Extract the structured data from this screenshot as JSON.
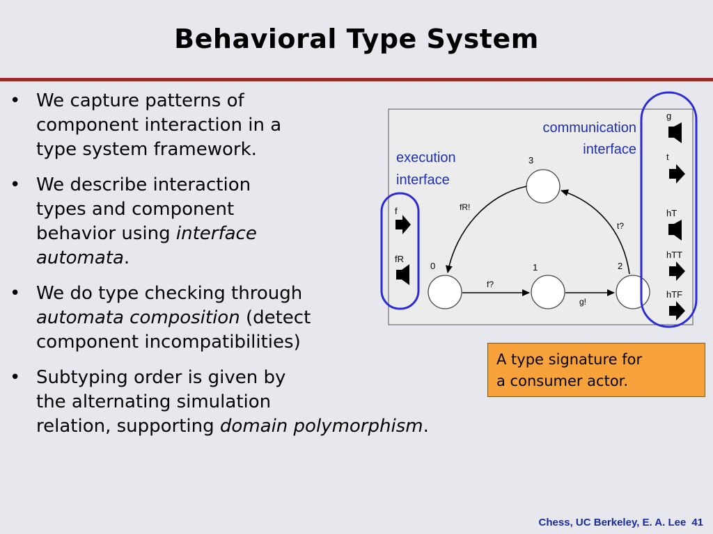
{
  "slide": {
    "title": "Behavioral Type System",
    "footer_text": "Chess, UC Berkeley, E. A. Lee",
    "page_number": "41"
  },
  "bullets": [
    {
      "lines": [
        "We capture patterns of",
        "component interaction in a",
        "type system framework."
      ]
    },
    {
      "lines": [
        "We describe interaction",
        "types and component"
      ],
      "line3_plain": "behavior using ",
      "line3_italic": "interface",
      "line4_italic": "automata",
      "line4_plain": "."
    },
    {
      "line1": "We do type checking through",
      "line2_italic": "automata composition",
      "line2_plain": " (detect",
      "line3": "component incompatibilities)"
    },
    {
      "lines": [
        "Subtyping order is given by",
        "the alternating simulation"
      ],
      "line3_plain": "relation, supporting ",
      "line3_italic": "domain polymorphism",
      "line3_end": "."
    }
  ],
  "diagram": {
    "execution_label": [
      "execution",
      "interface"
    ],
    "communication_label": [
      "communication",
      "interface"
    ],
    "input_ports": [
      "f",
      "fR"
    ],
    "output_ports": [
      "g",
      "t",
      "hT",
      "hTT",
      "hTF"
    ],
    "states": [
      "0",
      "1",
      "2",
      "3"
    ],
    "transitions": {
      "s0_s1": "f?",
      "s1_s2": "g!",
      "s2_s3": "t?",
      "s3_s0": "fR!"
    },
    "colors": {
      "highlight": "#2a2ad6",
      "label": "#1f2fb0",
      "box_bg": "#ececec",
      "callout_bg": "#f7a23b",
      "rule": "#9c2b2b"
    }
  },
  "callout": {
    "lines": [
      "A type signature for",
      "a consumer actor."
    ]
  }
}
